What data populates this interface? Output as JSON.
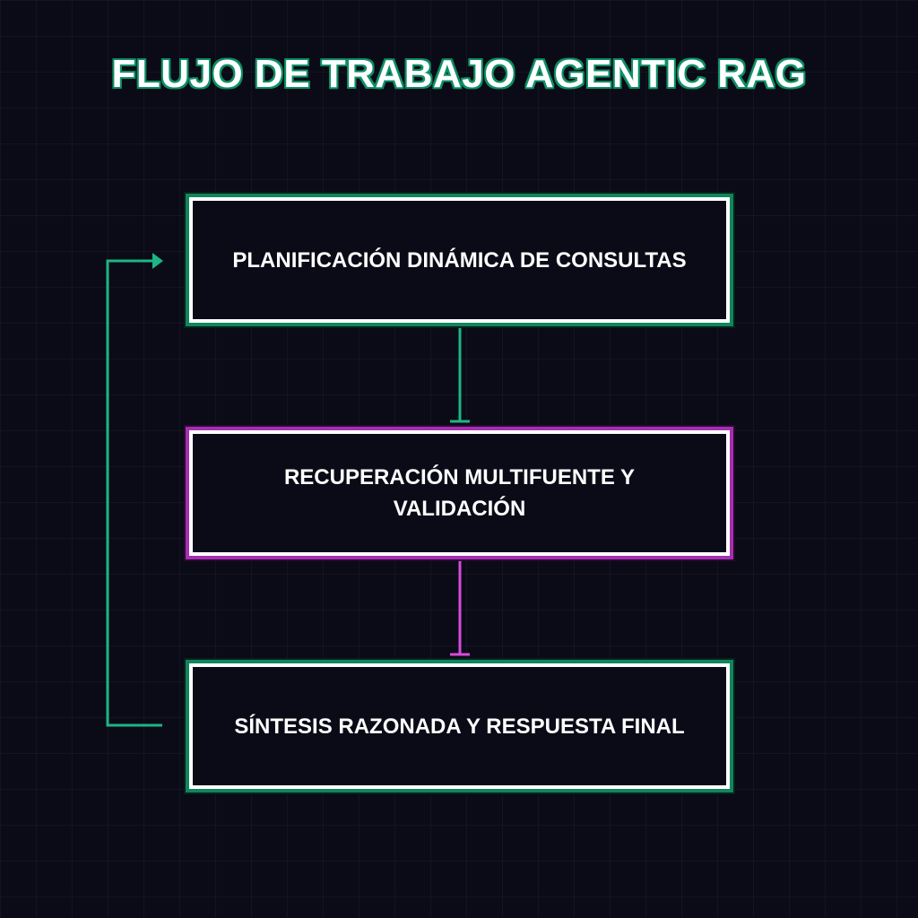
{
  "title": "FLUJO DE TRABAJO AGENTIC RAG",
  "nodes": [
    {
      "label": "PLANIFICACIÓN DINÁMICA DE CONSULTAS",
      "accent": "#12855e"
    },
    {
      "label": "RECUPERACIÓN MULTIFUENTE Y VALIDACIÓN",
      "accent": "#a52fb2"
    },
    {
      "label": "SÍNTESIS RAZONADA Y RESPUESTA FINAL",
      "accent": "#12855e"
    }
  ],
  "colors": {
    "background": "#0b0b18",
    "green": "#1db584",
    "magenta": "#d64bdc",
    "text": "#ffffff"
  }
}
